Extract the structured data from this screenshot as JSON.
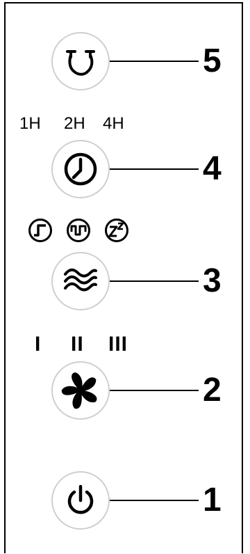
{
  "buttons": [
    {
      "number": "5",
      "icon": "swing-arrows-icon"
    },
    {
      "number": "4",
      "icon": "clock-timer-icon"
    },
    {
      "number": "3",
      "icon": "wind-mode-icon"
    },
    {
      "number": "2",
      "icon": "fan-speed-icon"
    },
    {
      "number": "1",
      "icon": "power-icon"
    }
  ],
  "timer_labels": [
    "1H",
    "2H",
    "4H"
  ],
  "mode_icons": [
    "normal-mode-icon",
    "natural-mode-icon",
    "sleep-mode-icon"
  ],
  "speed_labels": [
    "I",
    "II",
    "III"
  ]
}
